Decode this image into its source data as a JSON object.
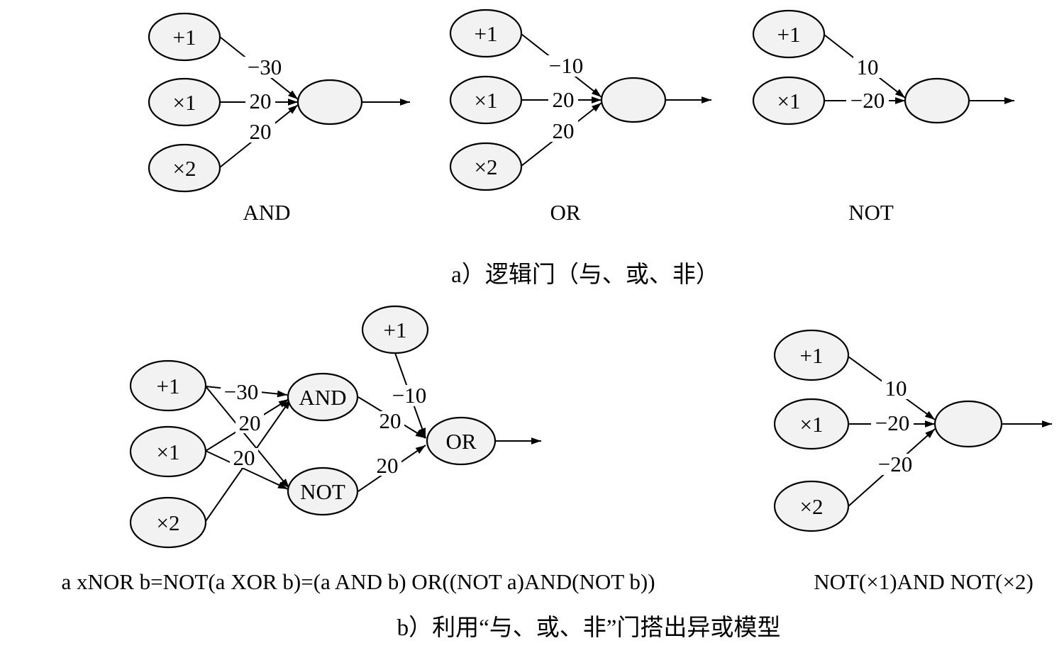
{
  "panel_a": {
    "gates": [
      {
        "name": "AND",
        "inputs": [
          "+1",
          "×1",
          "×2"
        ],
        "weights": [
          "−30",
          "20",
          "20"
        ]
      },
      {
        "name": "OR",
        "inputs": [
          "+1",
          "×1",
          "×2"
        ],
        "weights": [
          "−10",
          "20",
          "20"
        ]
      },
      {
        "name": "NOT",
        "inputs": [
          "+1",
          "×1"
        ],
        "weights": [
          "10",
          "−20"
        ]
      }
    ],
    "caption": "a）逻辑门（与、或、非）"
  },
  "panel_b": {
    "xnor": {
      "inputs": [
        "+1",
        "×1",
        "×2"
      ],
      "bias": "+1",
      "and_node": "AND",
      "not_node": "NOT",
      "or_node": "OR",
      "weights": {
        "bias_to_and": "−30",
        "x1_to_and": "20",
        "x2_to_and": "20",
        "bias_to_or": "−10",
        "and_to_or": "20",
        "not_to_or": "20"
      },
      "formula": "a xNOR b=NOT(a XOR b)=(a AND b) OR((NOT a)AND(NOT b))"
    },
    "nor": {
      "inputs": [
        "+1",
        "×1",
        "×2"
      ],
      "weights": [
        "10",
        "−20",
        "−20"
      ],
      "formula": "NOT(×1)AND NOT(×2)"
    },
    "caption": "b）利用“与、或、非”门搭出异或模型"
  }
}
